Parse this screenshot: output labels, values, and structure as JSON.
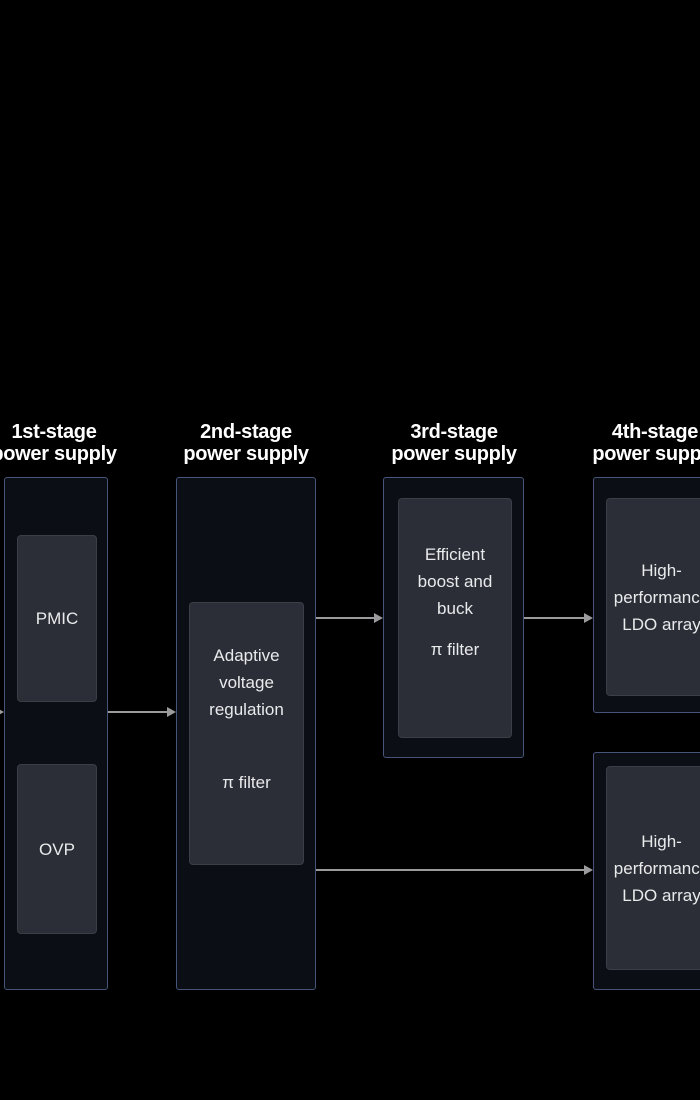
{
  "colors": {
    "background": "#000000",
    "outer_box_fill": "#0b0e15",
    "outer_box_border": "#46547a",
    "inner_box_fill": "#2b2e36",
    "inner_box_border": "#3a3e47",
    "arrow": "#9b9b9d",
    "title_text": "#ffffff",
    "module_text": "#e9eaec"
  },
  "stage1": {
    "title1": "1st-stage",
    "title2": "power supply",
    "module1": "PMIC",
    "module2": "OVP"
  },
  "stage2": {
    "title1": "2nd-stage",
    "title2": "power supply",
    "line1": "Adaptive",
    "line2": "voltage",
    "line3": "regulation",
    "sub": "π filter"
  },
  "stage3": {
    "title1": "3rd-stage",
    "title2": "power supply",
    "line1": "Efficient",
    "line2": "boost and",
    "line3": "buck",
    "sub": "π filter"
  },
  "stage4": {
    "title1": "4th-stage",
    "title2": "power supply",
    "box1_line1": "High-",
    "box1_line2": "performance",
    "box1_line3": "LDO array",
    "box2_line1": "High-",
    "box2_line2": "performance",
    "box2_line3": "LDO array"
  }
}
